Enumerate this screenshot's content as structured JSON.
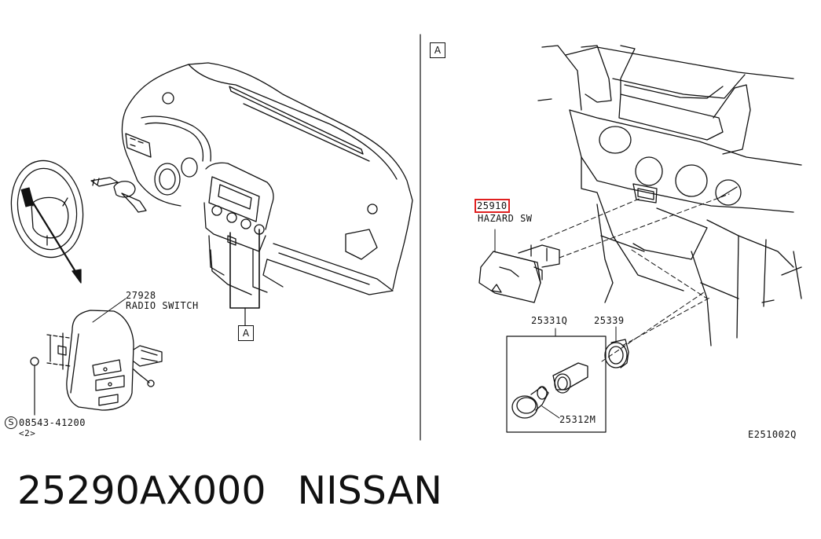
{
  "callouts": {
    "view_a_left": "A",
    "view_a_right": "A",
    "radio_switch_part": "27928",
    "radio_switch_name": "RADIO SWITCH",
    "screw_symbol": "S",
    "screw_part": "08543-41200",
    "screw_qty": "<2>",
    "hazard_part": "25910",
    "hazard_name": "HAZARD SW",
    "lighter_part": "25331Q",
    "ring_part": "25339",
    "plug_part": "25312M",
    "diagram_code": "E251002Q"
  },
  "caption": {
    "part_number": "25290AX000",
    "brand": "NISSAN"
  },
  "colors": {
    "line": "#111111",
    "highlight": "#e02020",
    "background": "#ffffff"
  }
}
